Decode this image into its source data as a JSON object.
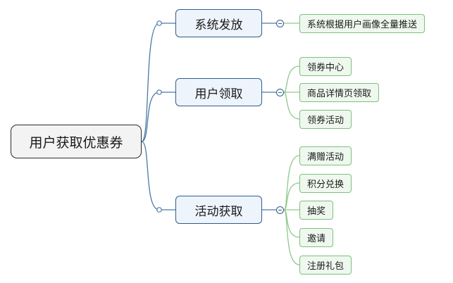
{
  "root": {
    "label": "用户获取优惠券"
  },
  "branches": [
    {
      "label": "系统发放",
      "leaves": [
        "系统根据用户画像全量推送"
      ]
    },
    {
      "label": "用户领取",
      "leaves": [
        "领券中心",
        "商品详情页领取",
        "领券活动"
      ]
    },
    {
      "label": "活动获取",
      "leaves": [
        "满赠活动",
        "积分兑换",
        "抽奖",
        "邀请",
        "注册礼包"
      ]
    }
  ],
  "colors": {
    "root_border": "#2b2b2b",
    "branch_border": "#2f5d8a",
    "branch_link": "#4a79a8",
    "leaf_border": "#7fbf7f",
    "leaf_link": "#8cc98c"
  }
}
